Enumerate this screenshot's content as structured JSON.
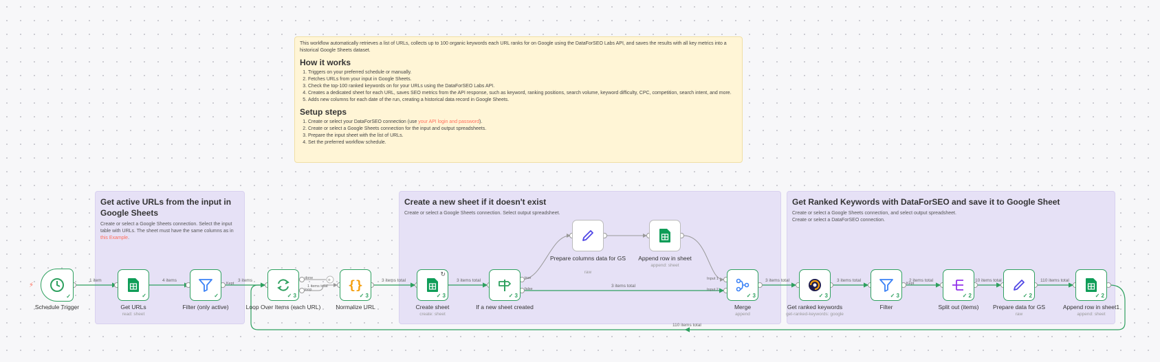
{
  "note": {
    "intro": "This workflow automatically retrieves a list of URLs, collects up to 100 organic keywords each URL ranks for on Google using the DataForSEO Labs API, and saves the results with all key metrics into a historical Google Sheets dataset.",
    "how_title": "How it works",
    "how_items": [
      "Triggers on your preferred schedule or manually.",
      "Fetches URLs from your input in Google Sheets.",
      "Check the top-100 ranked keywords on for your URLs using the DataForSEO Labs API.",
      "Creates a dedicated sheet for each URL, saves SEO metrics from the API response, such as keyword, ranking positions, search volume, keyword difficulty, CPC, competition, search intent, and more.",
      "Adds new columns for each date of the run, creating a historical data record in Google Sheets."
    ],
    "setup_title": "Setup steps",
    "setup1_pre": "Create or select your DataForSEO connection (use ",
    "setup1_link": "your API login and password",
    "setup1_post": ").",
    "setup_items": [
      "Create or select a Google Sheets connection for the input and output spreadsheets.",
      "Prepare the input sheet with the list of URLs.",
      "Set the preferred workflow schedule."
    ]
  },
  "groups": {
    "g1": {
      "title": "Get active URLs from the input in Google Sheets",
      "desc_pre": "Create or select a Google Sheets connection. Select the input table with URLs. The sheet must have the same columns as in ",
      "desc_link": "this Example",
      "desc_post": "."
    },
    "g2": {
      "title": "Create a new sheet if it doesn't exist",
      "desc": "Create or select a Google Sheets connection. Select output spreadsheet."
    },
    "g3": {
      "title": "Get Ranked Keywords with DataForSEO and save it to Google Sheet",
      "desc1": "Create or select a Google Sheets connection, and select output spreadsheet.",
      "desc2": "Create or select a DataForSEO connection."
    }
  },
  "nodes": {
    "trigger": {
      "label": "Schedule Trigger",
      "icon": "clock-icon",
      "check": "✓"
    },
    "get_urls": {
      "label": "Get URLs",
      "sub": "read: sheet",
      "icon": "google-sheets-icon",
      "check": "✓"
    },
    "filter_active": {
      "label": "Filter (only active)",
      "icon": "filter-icon",
      "check": "✓"
    },
    "loop": {
      "label": "Loop Over Items (each URL)",
      "icon": "loop-icon",
      "check": "✓ 3"
    },
    "normalize": {
      "label": "Normalize URL",
      "icon": "code-braces-icon",
      "check": "✓ 3"
    },
    "create_sheet": {
      "label": "Create sheet",
      "sub": "create: sheet",
      "icon": "google-sheets-icon",
      "check": "✓ 3"
    },
    "if_new": {
      "label": "If a new sheet created",
      "icon": "signpost-icon",
      "check": "✓ 3"
    },
    "prepare_cols": {
      "label": "Prepare columns data for GS",
      "sub": "raw",
      "icon": "pencil-icon"
    },
    "append_row": {
      "label": "Append row in sheet",
      "sub": "append: sheet",
      "icon": "google-sheets-icon"
    },
    "merge": {
      "label": "Merge",
      "sub": "append",
      "icon": "merge-icon",
      "check": "✓ 3"
    },
    "ranked_kw": {
      "label": "Get ranked keywords",
      "sub": "get-ranked-keywords: google",
      "icon": "dataforseo-icon",
      "check": "✓ 3"
    },
    "filter": {
      "label": "Filter",
      "icon": "filter-icon",
      "check": "✓ 3"
    },
    "split": {
      "label": "Split out (items)",
      "icon": "split-icon",
      "check": "✓ 2"
    },
    "prepare_gs": {
      "label": "Prepare data for GS",
      "sub": "raw",
      "icon": "pencil-icon",
      "check": "✓ 2"
    },
    "append_row1": {
      "label": "Append row in sheet1",
      "sub": "append: sheet",
      "icon": "google-sheets-icon",
      "check": "✓ 2"
    }
  },
  "edges": {
    "e1": "1 item",
    "e2": "4 items",
    "e3": "3 items",
    "e_done": "done",
    "e_loop": "loop",
    "e_done_count": "1 items total",
    "e4": "3 items total",
    "e5": "3 items total",
    "e_true": "true",
    "e_false": "false",
    "e_false_count": "3 items total",
    "e_input1": "Input 1",
    "e_input2": "Input 2",
    "e6": "3 items total",
    "e7": "3 items total",
    "e8": "2 items total",
    "e9": "10 items total",
    "e10": "110 items total",
    "e_back": "110 items total",
    "kept": "Kept"
  },
  "colors": {
    "success": "#2ea05f",
    "note_bg": "#fff5d6",
    "group_bg": "#e6e1f6",
    "link": "#ff6d5a",
    "sheets_green": "#0f9d58"
  }
}
